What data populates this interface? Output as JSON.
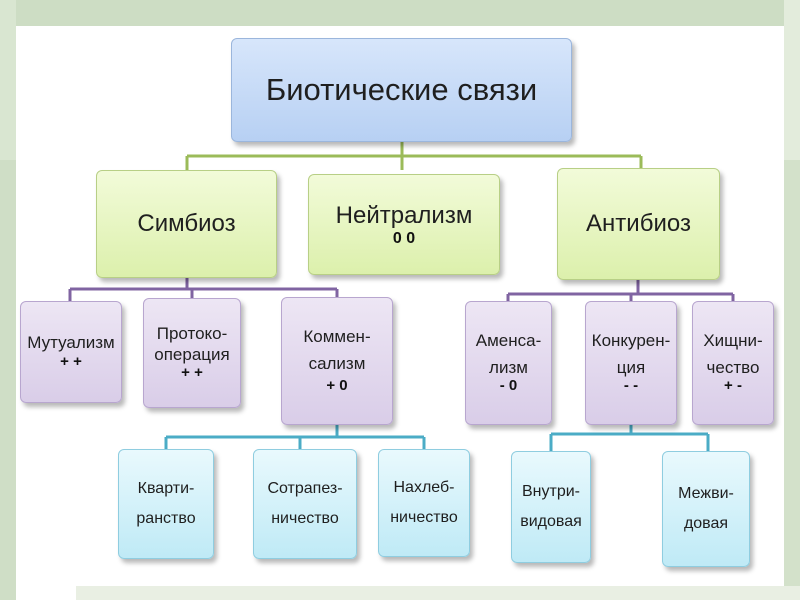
{
  "diagram": {
    "title": "Биотические связи",
    "categories": {
      "symbiosis": "Симбиоз",
      "neutralism": "Нейтрализм",
      "neutralism_sign": "0 0",
      "antibiosis": "Антибиоз"
    },
    "symbiosis_types": {
      "mutualism": {
        "line1": "Мутуализм",
        "sign": "+ +"
      },
      "protocooperation": {
        "line1": "Протоко-",
        "line2": "операция",
        "sign": "+ +"
      },
      "commensalism": {
        "line1": "Коммен-",
        "line2": "сализм",
        "sign": "+ 0"
      }
    },
    "commensalism_types": {
      "tenancy": {
        "line1": "Кварти-",
        "line2": "ранство"
      },
      "table_sharing": {
        "line1": "Сотрапез-",
        "line2": "ничество"
      },
      "freeloading": {
        "line1": "Нахлеб-",
        "line2": "ничество"
      }
    },
    "antibiosis_types": {
      "amensalism": {
        "line1": "Аменса-",
        "line2": "лизм",
        "sign": "- 0"
      },
      "competition": {
        "line1": "Конкурен-",
        "line2": "ция",
        "sign": "- -"
      },
      "predation": {
        "line1": "Хищни-",
        "line2": "чество",
        "sign": "+ -"
      }
    },
    "competition_types": {
      "intraspecific": {
        "line1": "Внутри-",
        "line2": "видовая"
      },
      "interspecific": {
        "line1": "Межви-",
        "line2": "довая"
      }
    }
  }
}
